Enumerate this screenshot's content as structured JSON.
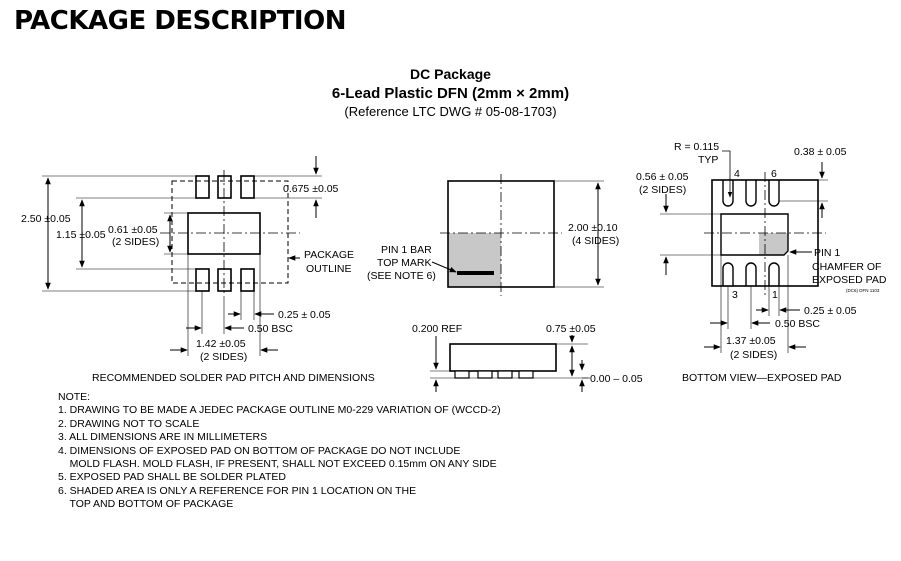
{
  "heading": "PACKAGE DESCRIPTION",
  "package": {
    "title": "DC Package",
    "subtitle": "6-Lead Plastic DFN (2mm × 2mm)",
    "reference": "(Reference LTC DWG # 05-08-1703)"
  },
  "solder_pad": {
    "dim_overall": "2.50 ±0.05",
    "dim_pad_width": "1.15 ±0.05",
    "dim_pad_height": "0.61 ±0.05",
    "dim_pad_height_sides": "(2 SIDES)",
    "dim_lead_length": "0.675 ±0.05",
    "outline_label_1": "PACKAGE",
    "outline_label_2": "OUTLINE",
    "dim_lead_width": "0.25 ± 0.05",
    "dim_pitch": "0.50 BSC",
    "dim_pad_length": "1.42 ±0.05",
    "dim_pad_length_sides": "(2 SIDES)",
    "caption": "RECOMMENDED SOLDER PAD PITCH AND DIMENSIONS"
  },
  "top_view": {
    "dim_body": "2.00 ±0.10",
    "dim_body_sides": "(4 SIDES)",
    "pin1_label_1": "PIN 1 BAR",
    "pin1_label_2": "TOP MARK",
    "pin1_label_3": "(SEE NOTE 6)"
  },
  "side_view": {
    "dim_ref": "0.200 REF",
    "dim_height": "0.75 ±0.05",
    "dim_standoff": "0.00 – 0.05"
  },
  "bottom_view": {
    "dim_radius": "R = 0.115",
    "dim_radius_typ": "TYP",
    "dim_pad_width": "0.56 ± 0.05",
    "dim_pad_width_sides": "(2 SIDES)",
    "dim_lead_len": "0.38 ± 0.05",
    "pin4": "4",
    "pin6": "6",
    "pin3": "3",
    "pin1": "1",
    "pin1_label_1": "PIN 1",
    "pin1_label_2": "CHAMFER OF",
    "pin1_label_3": "EXPOSED PAD",
    "dwg_code": "(DC6) DFN 1103",
    "dim_lead_width": "0.25 ± 0.05",
    "dim_pitch": "0.50 BSC",
    "dim_pad_length": "1.37 ±0.05",
    "dim_pad_length_sides": "(2 SIDES)",
    "caption": "BOTTOM VIEW—EXPOSED PAD"
  },
  "notes": {
    "title": "NOTE:",
    "lines": [
      "1. DRAWING TO BE MADE A JEDEC PACKAGE OUTLINE M0-229 VARIATION OF (WCCD-2)",
      "2. DRAWING NOT TO SCALE",
      "3. ALL DIMENSIONS ARE IN MILLIMETERS",
      "4. DIMENSIONS OF EXPOSED PAD ON BOTTOM OF PACKAGE DO NOT INCLUDE",
      "    MOLD FLASH. MOLD FLASH, IF PRESENT, SHALL NOT EXCEED 0.15mm ON ANY SIDE",
      "5. EXPOSED PAD SHALL BE SOLDER PLATED",
      "6. SHADED AREA IS ONLY A REFERENCE FOR PIN 1 LOCATION ON THE",
      "    TOP AND BOTTOM OF PACKAGE"
    ]
  }
}
